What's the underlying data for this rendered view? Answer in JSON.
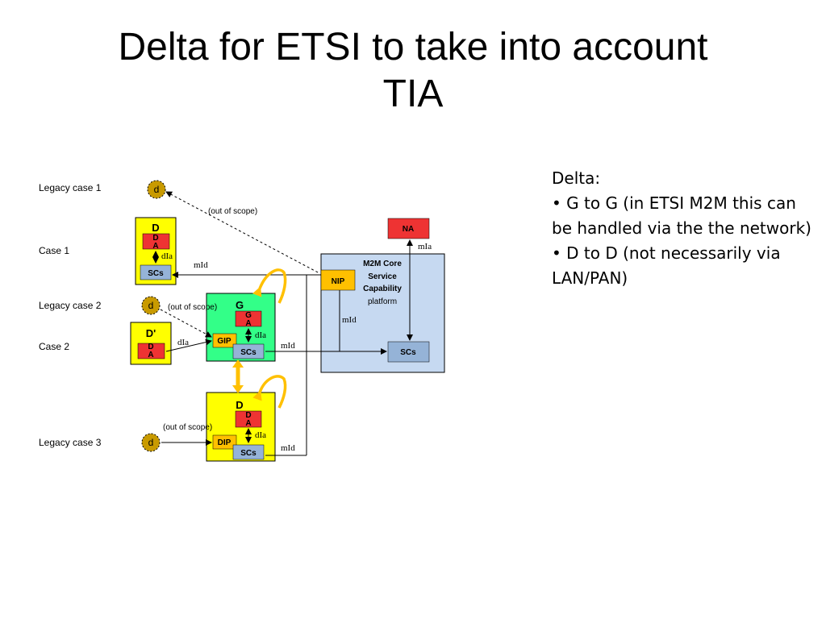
{
  "title": {
    "line1": "Delta for ETSI to take into account",
    "line2": "TIA"
  },
  "notes": {
    "heading": "Delta:",
    "bullet1": "• G to G (in ETSI M2M this can be handled via the the network)",
    "bullet2": "• D to D (not necessarily via LAN/PAN)"
  },
  "rows": {
    "legacy1": "Legacy case 1",
    "case1": "Case 1",
    "legacy2": "Legacy case 2",
    "case2": "Case 2",
    "legacy3": "Legacy case 3"
  },
  "labels": {
    "d": "d",
    "out_of_scope": "(out of scope)",
    "D": "D",
    "D_prime": "D'",
    "G": "G",
    "DA_top": "D",
    "DA_bottom": "A",
    "GA_top": "G",
    "GA_bottom": "A",
    "scs": "SCs",
    "dla": "dIa",
    "mld": "mId",
    "mla": "mIa",
    "gip": "GIP",
    "dip": "DIP",
    "nip": "NIP",
    "na": "NA",
    "core_line1": "M2M Core",
    "core_line2": "Service",
    "core_line3": "Capability",
    "core_line4": "platform"
  },
  "colors": {
    "yellow_box": "#ffff00",
    "green_box": "#33ff88",
    "core_box": "#c6d9f1",
    "app_red": "#ee3333",
    "scs_blue": "#95b3d7",
    "orange": "#ffc000",
    "legacy_gold": "#c89a00",
    "arrow_orange": "#ffc000"
  }
}
